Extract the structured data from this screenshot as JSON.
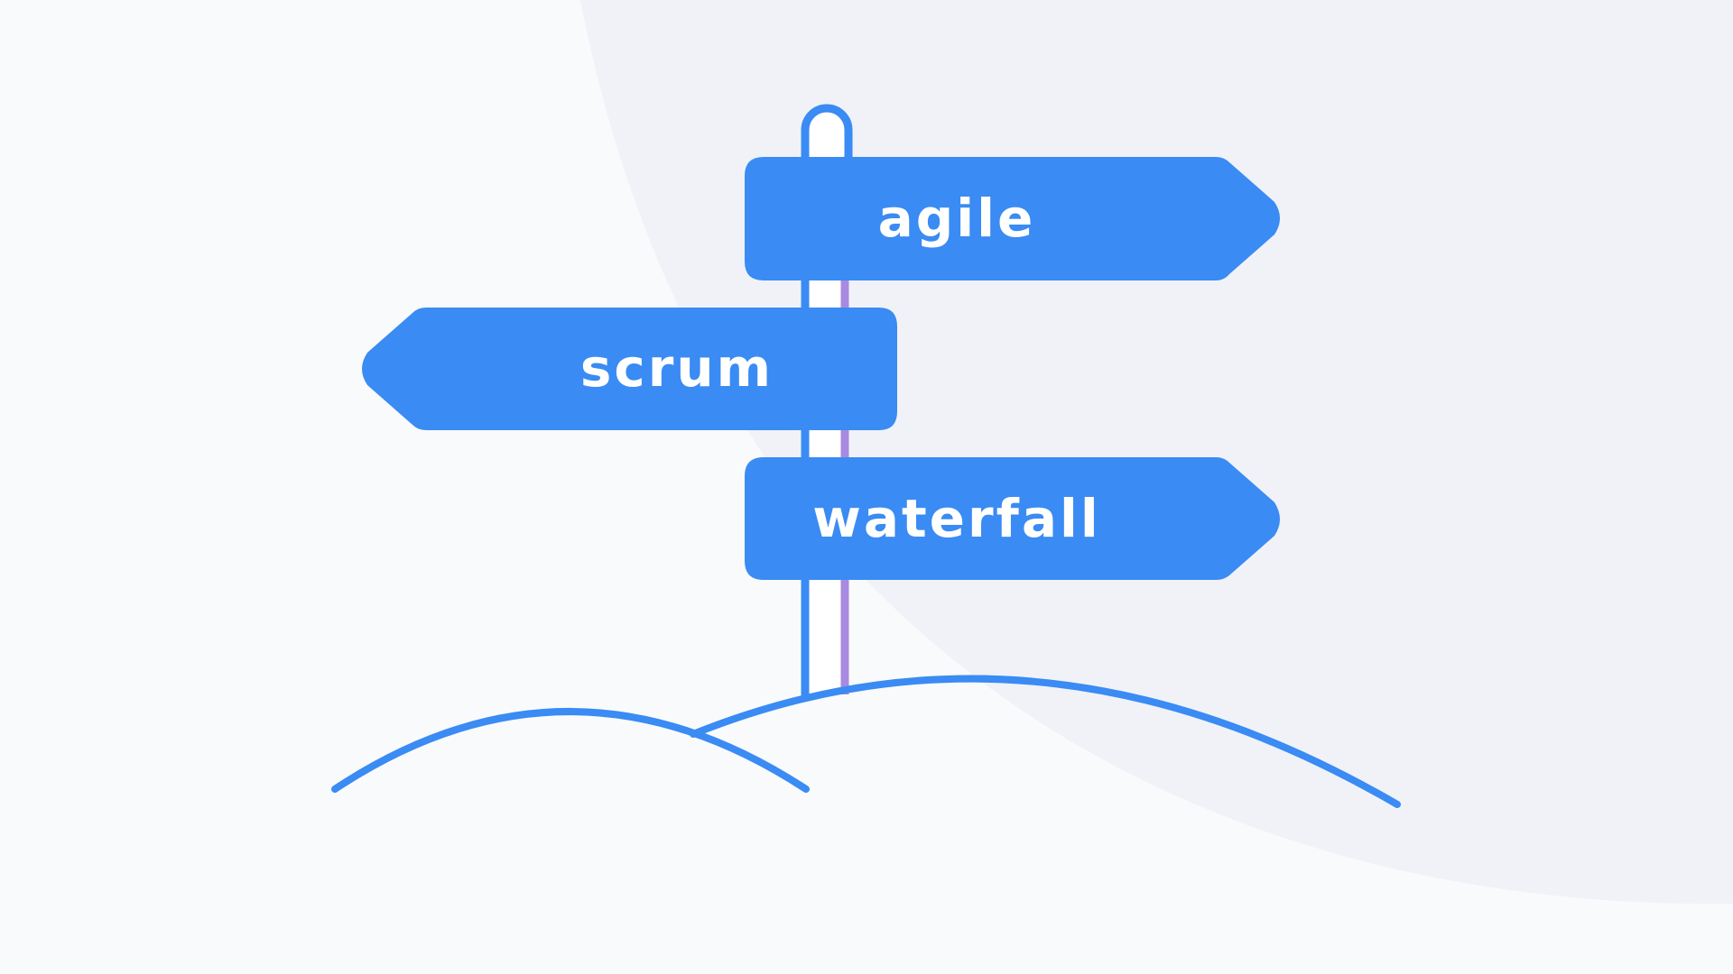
{
  "signpost": {
    "signs": [
      {
        "label": "agile",
        "direction": "right"
      },
      {
        "label": "scrum",
        "direction": "left"
      },
      {
        "label": "waterfall",
        "direction": "right"
      }
    ]
  },
  "colors": {
    "page_background": "#f9fafb",
    "backdrop_blob": "#f0f2f8",
    "sign_fill": "#3a8bf3",
    "sign_text": "#ffffff",
    "post_fill": "#ffffff",
    "post_outline_left": "#3a8bf3",
    "post_outline_right": "#a88ae0",
    "hill_stroke": "#3a8bf3"
  }
}
